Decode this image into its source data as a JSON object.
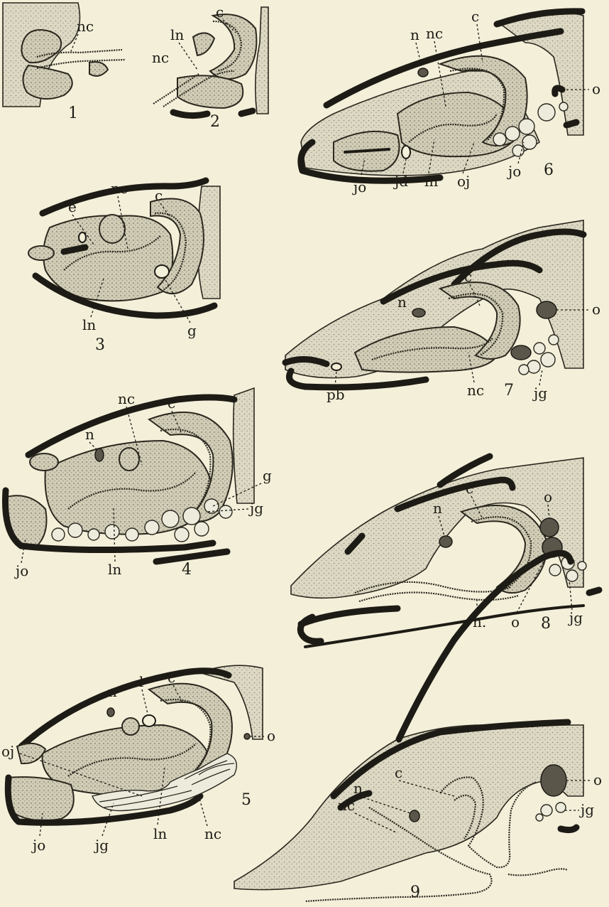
{
  "figures": [
    {
      "number": "1",
      "labels": [
        "nc"
      ]
    },
    {
      "number": "2",
      "labels": [
        "c",
        "ln",
        "nc"
      ]
    },
    {
      "number": "3",
      "labels": [
        "c",
        "nc",
        "e",
        "ln",
        "g"
      ]
    },
    {
      "number": "4",
      "labels": [
        "n",
        "nc",
        "c",
        "g",
        "jg",
        "jo",
        "ln"
      ]
    },
    {
      "number": "5",
      "labels": [
        "n",
        "l",
        "c",
        "o",
        "oj",
        "jo",
        "jg",
        "ln",
        "nc"
      ]
    },
    {
      "number": "6",
      "labels": [
        "n",
        "nc",
        "c",
        "o",
        "jo",
        "jd",
        "ln",
        "oj",
        "jo"
      ]
    },
    {
      "number": "7",
      "labels": [
        "c",
        "n",
        "o",
        "pb",
        "nc",
        "jg"
      ]
    },
    {
      "number": "8",
      "labels": [
        "c",
        "n",
        "o",
        "n.",
        "o",
        "jg"
      ]
    },
    {
      "number": "9",
      "labels": [
        "c",
        "n",
        "nc",
        "o",
        "jg"
      ]
    }
  ]
}
